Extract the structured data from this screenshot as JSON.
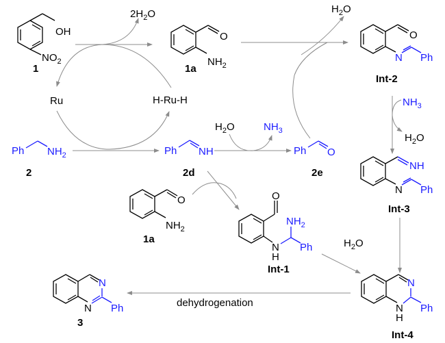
{
  "colors": {
    "highlight": "#1a1aff",
    "text": "#000000",
    "arrow": "#8c8c8c"
  },
  "compounds": {
    "c1": {
      "label": "1",
      "oh": "OH",
      "no2": "NO",
      "no2_sub": "2"
    },
    "c1a_top": {
      "label": "1a",
      "o": "O",
      "nh2": "NH",
      "nh2_sub": "2"
    },
    "int2": {
      "label": "Int-2",
      "o": "O",
      "n": "N",
      "ph": "Ph"
    },
    "c2": {
      "label": "2",
      "ph": "Ph",
      "nh2": "NH",
      "nh2_sub": "2"
    },
    "c2d": {
      "label": "2d",
      "ph": "Ph",
      "nh": "NH"
    },
    "c2e": {
      "label": "2e",
      "ph": "Ph",
      "o": "O"
    },
    "int3": {
      "label": "Int-3",
      "nh": "NH",
      "n": "N",
      "ph": "Ph"
    },
    "c1a_mid": {
      "label": "1a",
      "o": "O",
      "nh2": "NH",
      "nh2_sub": "2"
    },
    "int1": {
      "label": "Int-1",
      "o": "O",
      "nh2": "NH",
      "nh2_sub": "2",
      "n": "N",
      "h": "H",
      "ph": "Ph"
    },
    "c3": {
      "label": "3",
      "n1": "N",
      "n2": "N",
      "ph": "Ph"
    },
    "int4": {
      "label": "Int-4",
      "n1": "N",
      "n2": "N",
      "h": "H",
      "ph": "Ph"
    }
  },
  "species": {
    "water2": {
      "pre": "2H",
      "sub": "2",
      "post": "O"
    },
    "water_top": {
      "pre": "H",
      "sub": "2",
      "post": "O"
    },
    "water_mid": {
      "pre": "H",
      "sub": "2",
      "post": "O"
    },
    "ammonia_mid": {
      "pre": "NH",
      "sub": "3"
    },
    "ammonia_right": {
      "pre": "NH",
      "sub": "3"
    },
    "water_right": {
      "pre": "H",
      "sub": "2",
      "post": "O"
    },
    "water_int4": {
      "pre": "H",
      "sub": "2",
      "post": "O"
    }
  },
  "catalyst": {
    "ru": "Ru",
    "hruh": "H-Ru-H"
  },
  "arrows": {
    "dehydrogenation_label": "dehydrogenation"
  }
}
